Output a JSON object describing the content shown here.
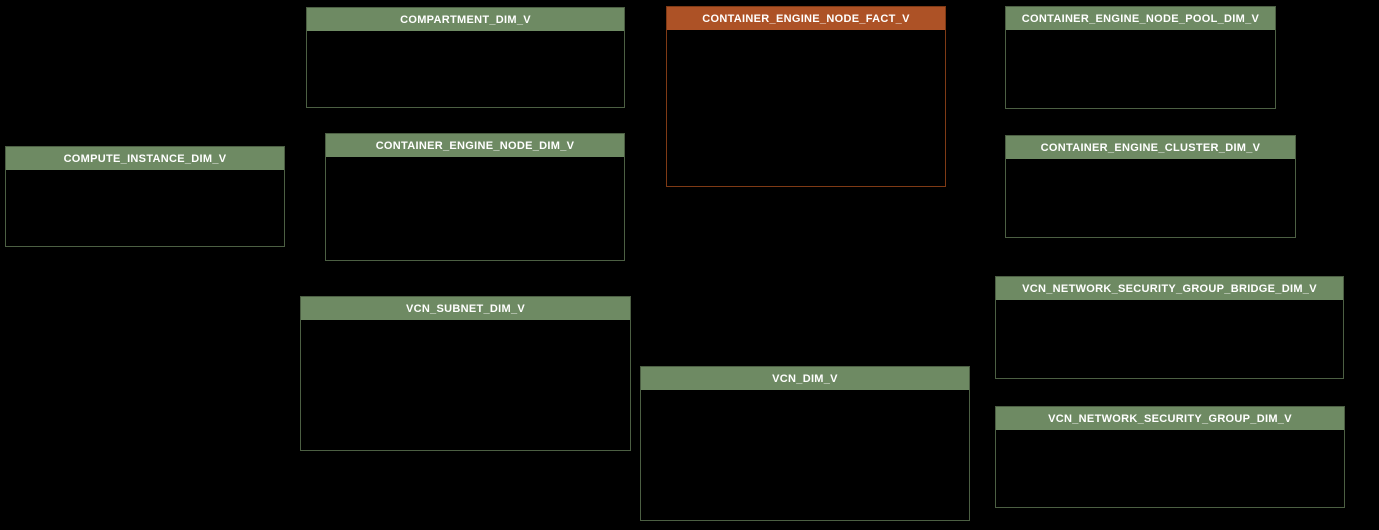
{
  "diagram": {
    "background": "#000000",
    "colors": {
      "background": "#000000",
      "dim_header": "#6e8a63",
      "dim_border": "#4c5f43",
      "fact_header": "#ad5226",
      "fact_border": "#7f3a15",
      "header_text": "#ffffff"
    },
    "tables": [
      {
        "name": "COMPARTMENT_DIM_V",
        "type": "dimension"
      },
      {
        "name": "CONTAINER_ENGINE_NODE_FACT_V",
        "type": "fact"
      },
      {
        "name": "CONTAINER_ENGINE_NODE_POOL_DIM_V",
        "type": "dimension"
      },
      {
        "name": "COMPUTE_INSTANCE_DIM_V",
        "type": "dimension"
      },
      {
        "name": "CONTAINER_ENGINE_NODE_DIM_V",
        "type": "dimension"
      },
      {
        "name": "CONTAINER_ENGINE_CLUSTER_DIM_V",
        "type": "dimension"
      },
      {
        "name": "VCN_SUBNET_DIM_V",
        "type": "dimension"
      },
      {
        "name": "VCN_NETWORK_SECURITY_GROUP_BRIDGE_DIM_V",
        "type": "dimension"
      },
      {
        "name": "VCN_DIM_V",
        "type": "dimension"
      },
      {
        "name": "VCN_NETWORK_SECURITY_GROUP_DIM_V",
        "type": "dimension"
      }
    ]
  }
}
